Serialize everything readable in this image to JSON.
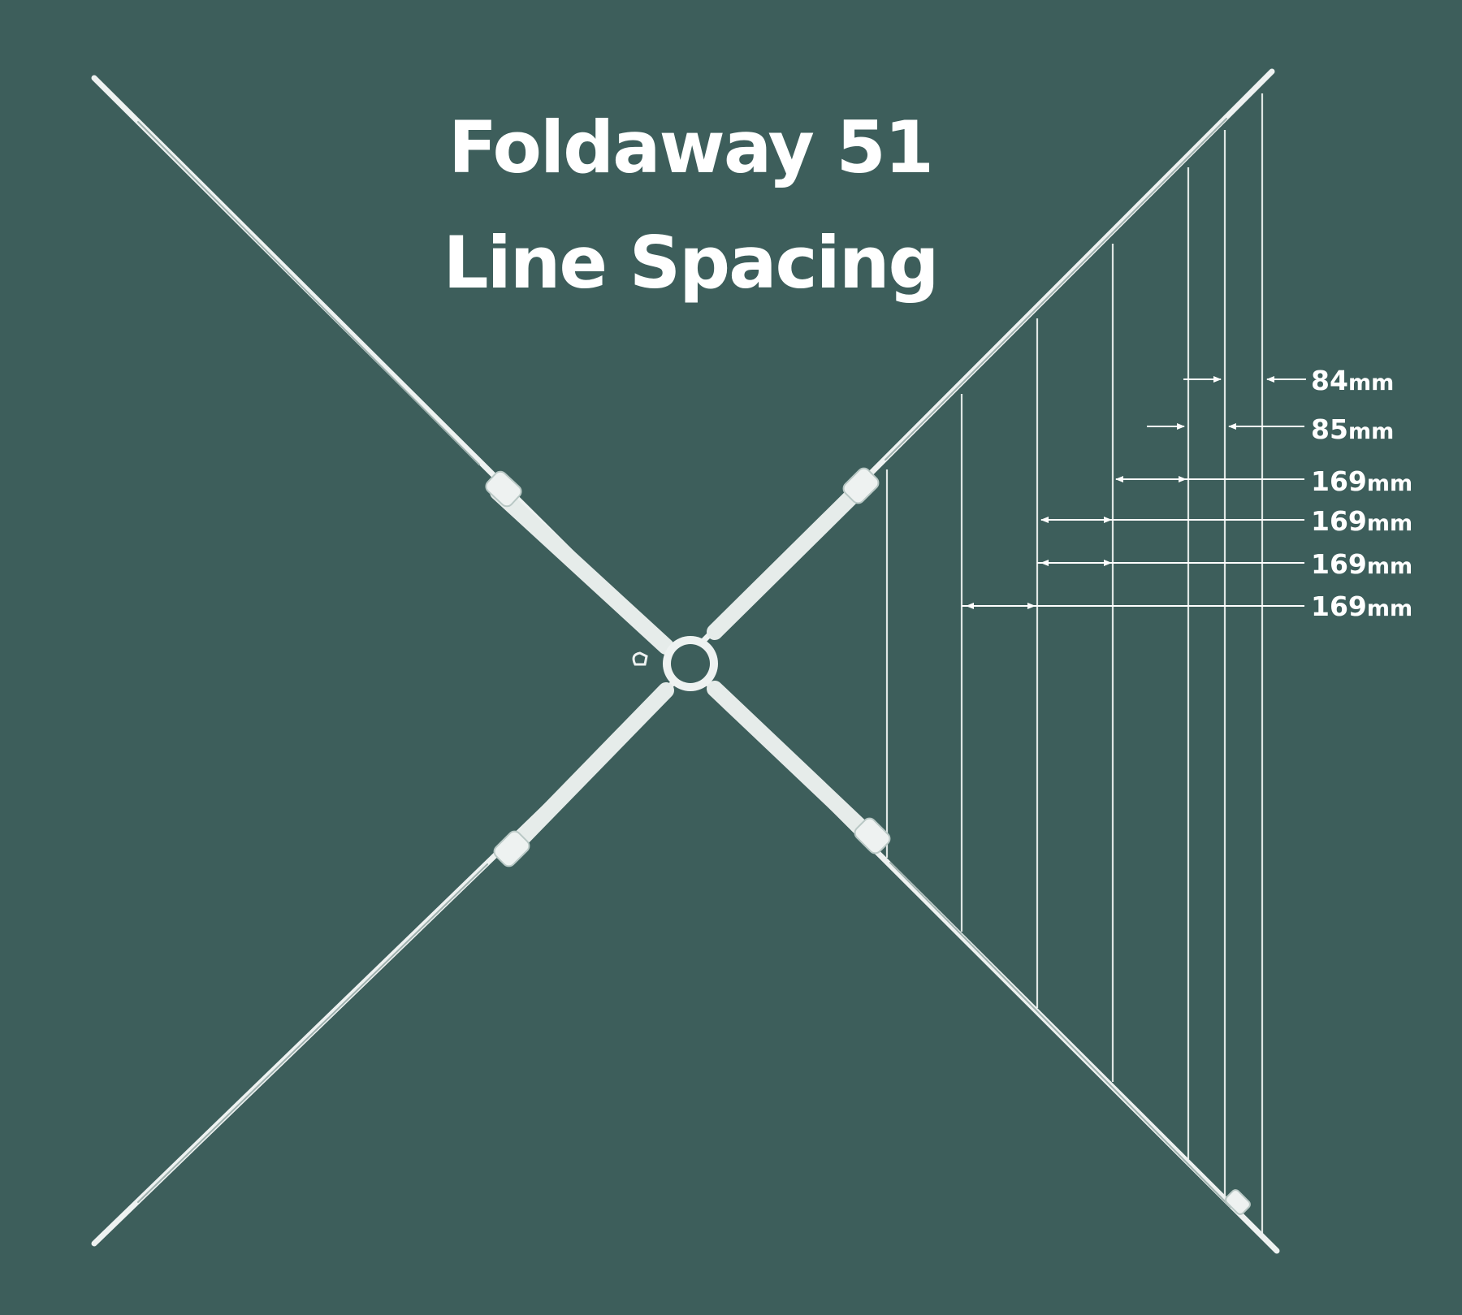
{
  "title": {
    "line1": "Foldaway 51",
    "line2": "Line Spacing"
  },
  "spacings": [
    {
      "value": "84",
      "unit": "mm"
    },
    {
      "value": "85",
      "unit": "mm"
    },
    {
      "value": "169",
      "unit": "mm"
    },
    {
      "value": "169",
      "unit": "mm"
    },
    {
      "value": "169",
      "unit": "mm"
    },
    {
      "value": "169",
      "unit": "mm"
    }
  ],
  "colors": {
    "background": "#3d5e5b",
    "frame": "#eef2f1",
    "line": "#dfe6e4",
    "text": "#ffffff"
  }
}
